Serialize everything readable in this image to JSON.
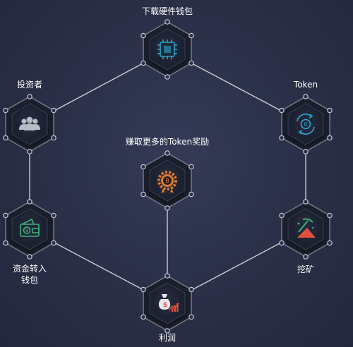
{
  "colors": {
    "background": "#2c3149",
    "connector": "#c9ccd6",
    "hex_fill": "#1d2131",
    "hex_stroke": "#6e7382",
    "hardware_accent": "#2aa6c9",
    "token_accent": "#2aa6c9",
    "investor_accent": "#b8bcc6",
    "reward_accent": "#e07b2c",
    "mining_accent": "#e0503a",
    "wallet_accent": "#3bb273",
    "profit_accent": "#e0503a"
  },
  "nodes": {
    "hardware_wallet": {
      "label": "下载硬件钱包",
      "icon": "chip-icon"
    },
    "investor": {
      "label": "投资者",
      "icon": "people-icon"
    },
    "token": {
      "label": "Token",
      "icon": "coin-cycle-icon"
    },
    "reward": {
      "label": "赚取更多的Token奖励",
      "icon": "gear-coin-icon"
    },
    "fund_transfer": {
      "label_line1": "资金转入",
      "label_line2": "钱包",
      "icon": "wallet-icon"
    },
    "mining": {
      "label": "挖矿",
      "icon": "pickaxe-icon"
    },
    "profit": {
      "label": "利润",
      "icon": "money-bag-chart-icon"
    }
  }
}
